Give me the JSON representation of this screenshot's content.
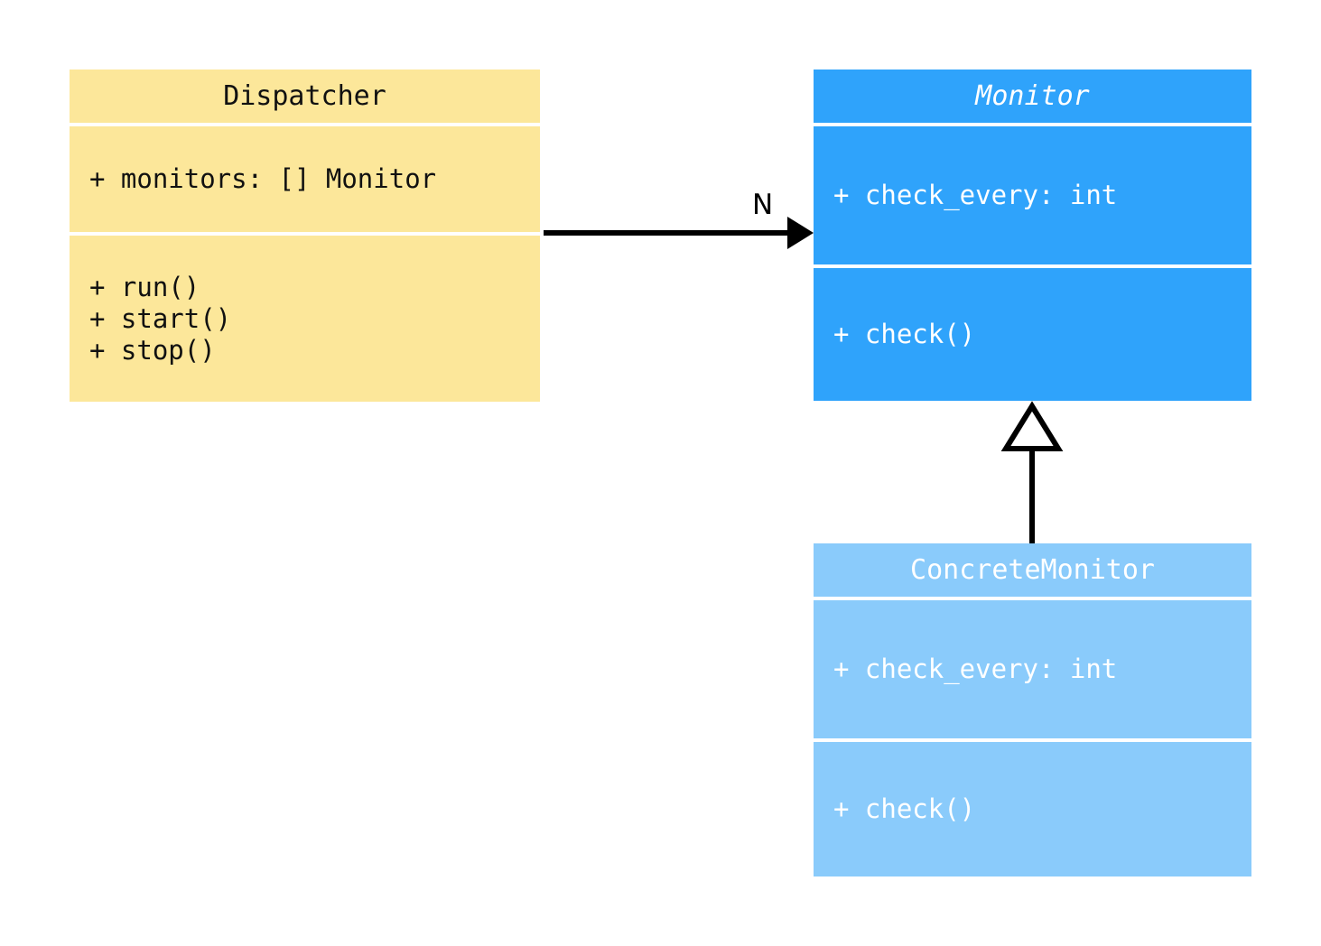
{
  "diagram": {
    "type": "uml-class-diagram",
    "background": "#ffffff",
    "classes": [
      {
        "id": "dispatcher",
        "name": "Dispatcher",
        "abstract": false,
        "fill": "#fce79a",
        "text_color": "#111111",
        "attributes": [
          "+ monitors: [] Monitor"
        ],
        "methods": [
          "+ run()",
          "+ start()",
          "+ stop()"
        ]
      },
      {
        "id": "monitor",
        "name": "Monitor",
        "abstract": true,
        "fill": "#2fa3fb",
        "text_color": "#ffffff",
        "attributes": [
          "+ check_every: int"
        ],
        "methods": [
          "+ check()"
        ]
      },
      {
        "id": "concrete_monitor",
        "name": "ConcreteMonitor",
        "abstract": false,
        "fill": "#8acbfb",
        "text_color": "#ffffff",
        "attributes": [
          "+ check_every: int"
        ],
        "methods": [
          "+ check()"
        ]
      }
    ],
    "relationships": [
      {
        "id": "dispatcher-to-monitor",
        "kind": "association",
        "from": "Dispatcher",
        "to": "Monitor",
        "multiplicity_label": "N",
        "line_color": "#000000"
      },
      {
        "id": "concrete-monitor-inherits-monitor",
        "kind": "generalization",
        "from": "ConcreteMonitor",
        "to": "Monitor",
        "multiplicity_label": "",
        "line_color": "#000000"
      }
    ]
  }
}
